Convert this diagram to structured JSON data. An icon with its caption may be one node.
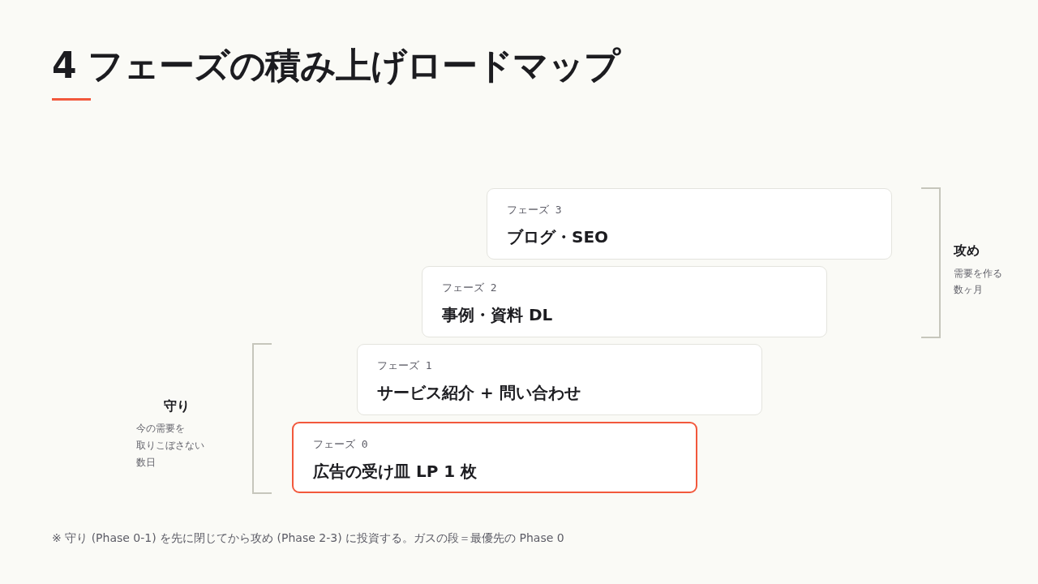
{
  "diagram": {
    "title": "4 フェーズの積み上げロードマップ",
    "caption": "※ 守り (Phase 0-1) を先に閉じてから攻め (Phase 2-3) に投資する。ガスの段＝最優先の Phase 0",
    "nodes": [
      {
        "text": [
          "フェーズ 3",
          "ブログ・SEO"
        ]
      },
      {
        "text": [
          "フェーズ 2",
          "事例・資料 DL"
        ]
      },
      {
        "text": [
          "フェーズ 1",
          "サービス紹介 + 問い合わせ"
        ]
      },
      {
        "text": [
          "フェーズ 0",
          "広告の受け皿 LP 1 枚"
        ]
      }
    ],
    "labels": [
      "攻め",
      "需要を作る",
      "数ヶ月",
      "守り",
      "今の需要を",
      "取りこぼさない",
      "数日"
    ]
  }
}
